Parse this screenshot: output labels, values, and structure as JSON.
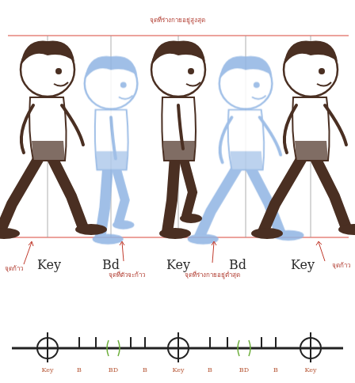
{
  "diagram": {
    "labels": [
      "จุดที่ร่างกายอยู่สูงสุด",
      "จุดก้าว",
      "Key",
      "Bd",
      "Key",
      "Bd",
      "Key",
      "จุดก้าว",
      "จุดที่ตัวจะก้าว",
      "จุดที่ร่างกายอยู่ต่ำสุด",
      "Key",
      "B",
      "BD",
      "B",
      "Key",
      "B",
      "BD",
      "B",
      "Key"
    ]
  }
}
